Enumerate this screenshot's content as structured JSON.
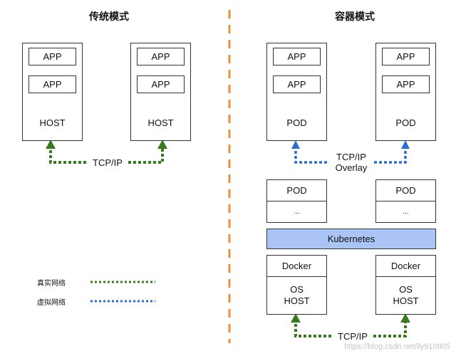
{
  "traditional": {
    "title": "传统模式",
    "host_left": {
      "apps": [
        "APP",
        "APP"
      ],
      "label": "HOST"
    },
    "host_right": {
      "apps": [
        "APP",
        "APP"
      ],
      "label": "HOST"
    },
    "network_label": "TCP/IP"
  },
  "container": {
    "title": "容器模式",
    "pod_left": {
      "apps": [
        "APP",
        "APP"
      ],
      "label": "POD"
    },
    "pod_right": {
      "apps": [
        "APP",
        "APP"
      ],
      "label": "POD"
    },
    "overlay_label_line1": "TCP/IP",
    "overlay_label_line2": "Overlay",
    "pod_stack_left": {
      "top": "POD",
      "bottom": "..."
    },
    "pod_stack_right": {
      "top": "POD",
      "bottom": "..."
    },
    "kubernetes_label": "Kubernetes",
    "docker_left": {
      "top": "Docker",
      "bottom_line1": "OS",
      "bottom_line2": "HOST"
    },
    "docker_right": {
      "top": "Docker",
      "bottom_line1": "OS",
      "bottom_line2": "HOST"
    },
    "bottom_network_label": "TCP/IP"
  },
  "legend": {
    "real_network": "真实网络",
    "virtual_network": "虚拟网络"
  },
  "watermark": "https://blog.csdn.net/lly910905",
  "colors": {
    "real_network": "#3a7a1e",
    "virtual_network": "#2a6fd0",
    "divider": "#e8913a",
    "kubernetes_fill": "#a9c4f5"
  }
}
